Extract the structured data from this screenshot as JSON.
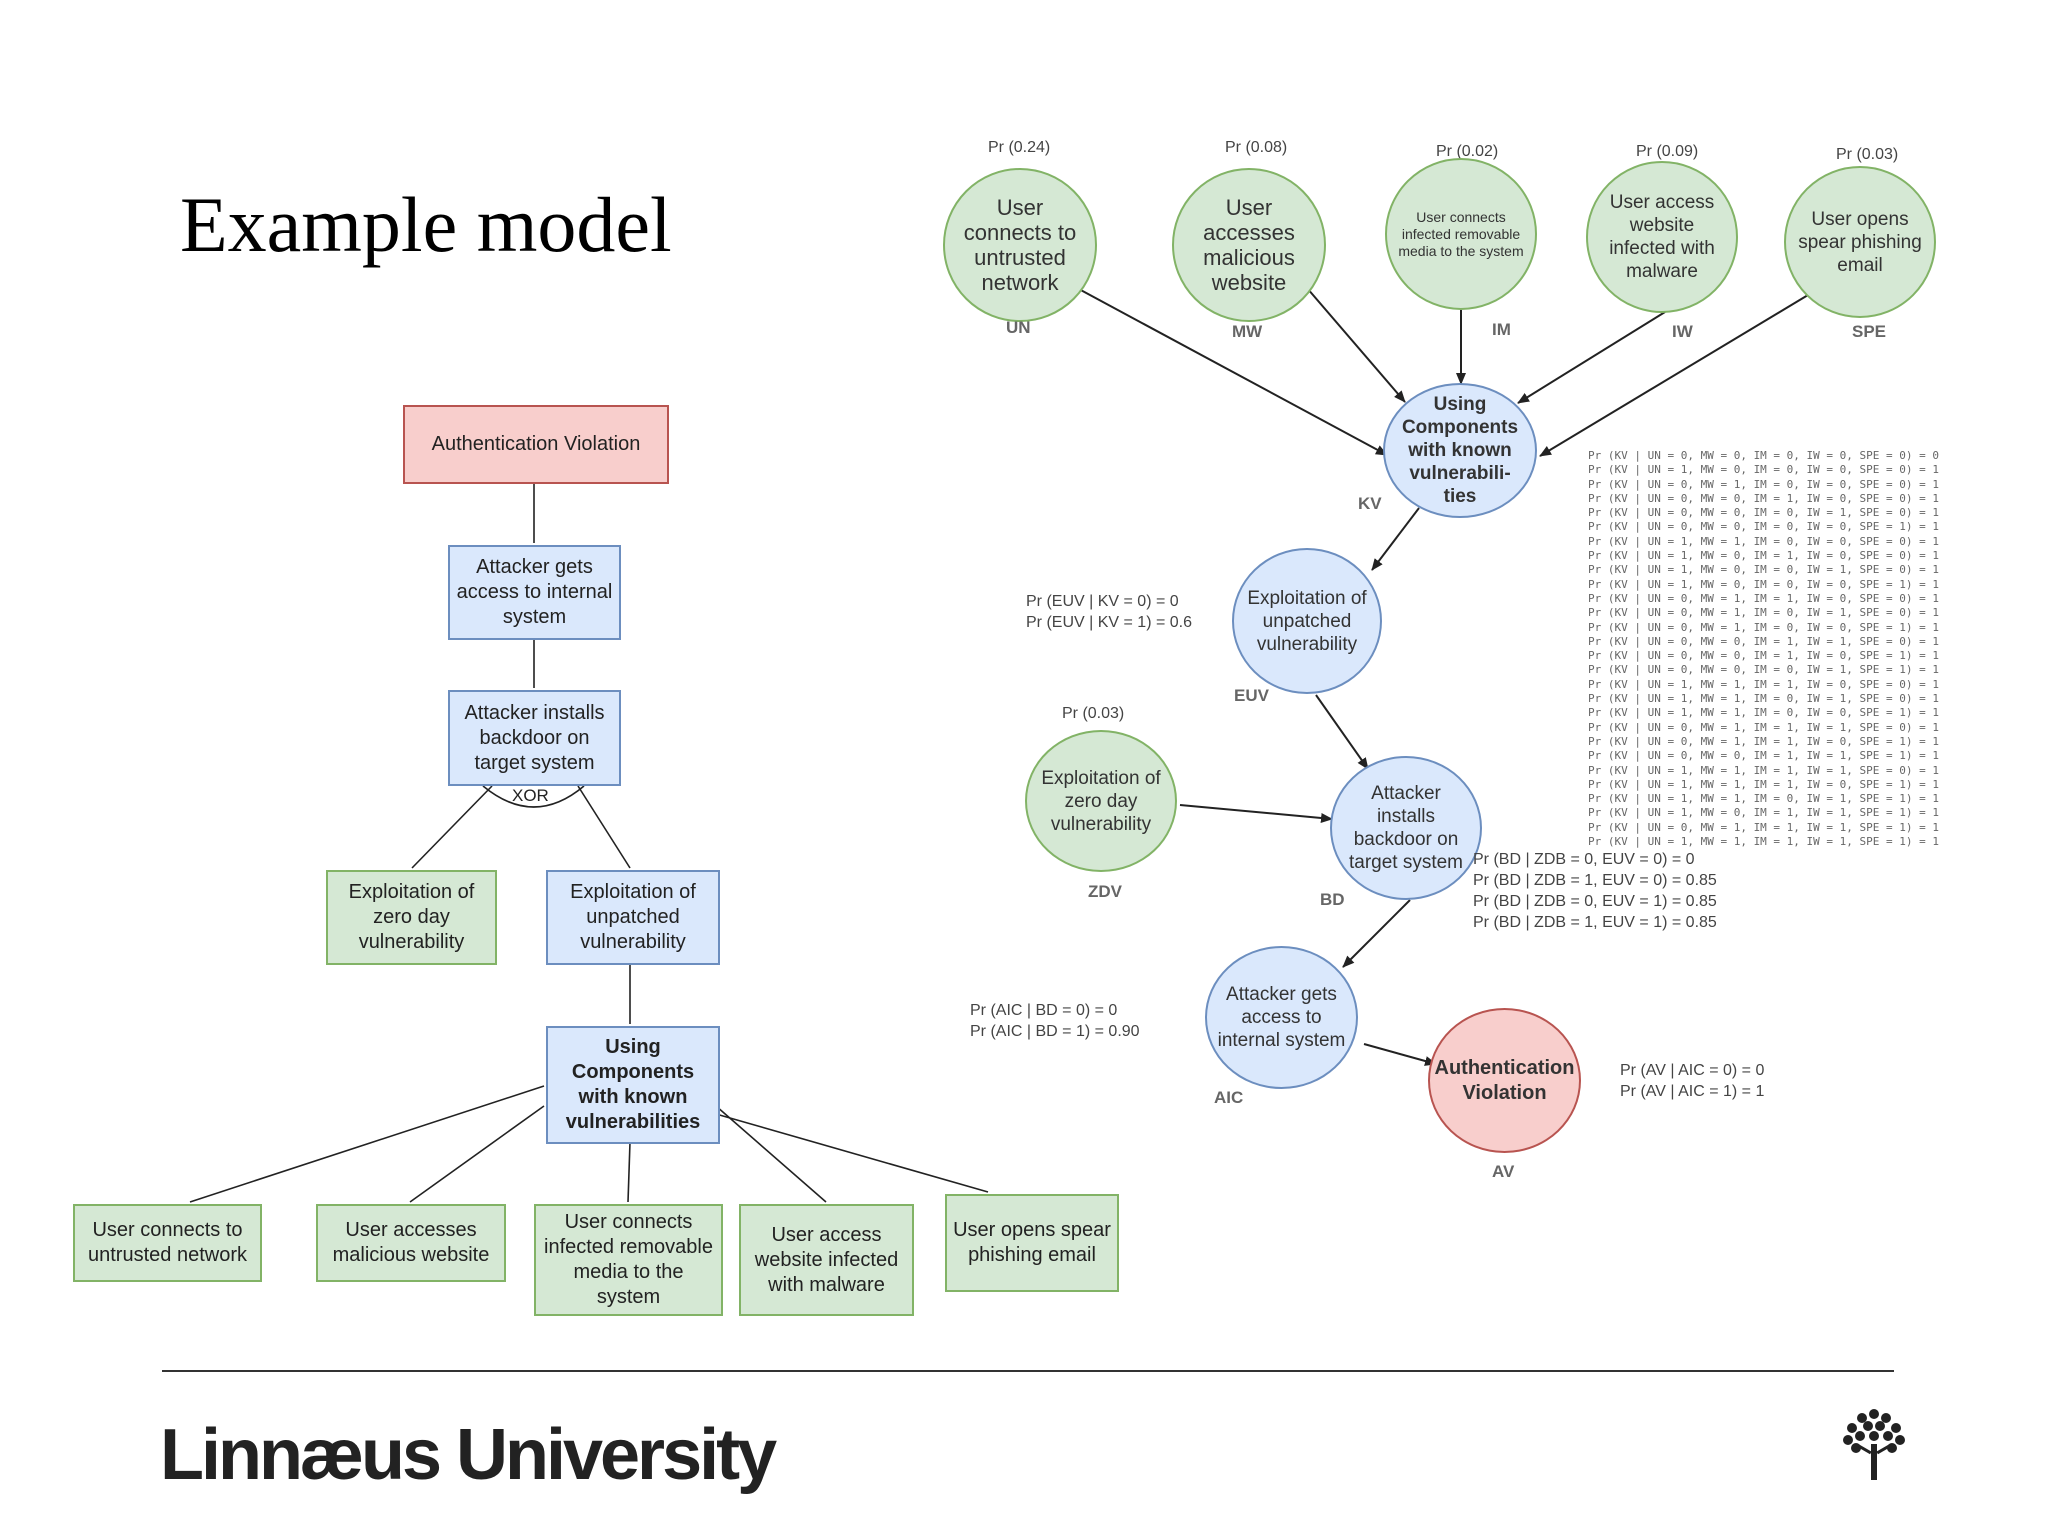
{
  "slide": {
    "title": "Example model",
    "brand": "Linnæus University"
  },
  "fault_tree": {
    "top": "Authentication Violation",
    "access": "Attacker gets access to internal system",
    "backdoor": "Attacker installs backdoor on target system",
    "gate": "XOR",
    "zero_day": "Exploitation of zero day vulnerability",
    "unpatched": "Exploitation of unpatched vulnerability",
    "known_vuln": "Using Components with known vulnerabilities",
    "leaves": [
      "User connects to untrusted network",
      "User accesses malicious website",
      "User connects infected removable media to the system",
      "User access website infected with malware",
      "User opens spear phishing email"
    ]
  },
  "bayes_net": {
    "un": {
      "label": "User connects to untrusted network",
      "abbr": "UN",
      "prior": "Pr (0.24)"
    },
    "mw": {
      "label": "User accesses malicious website",
      "abbr": "MW",
      "prior": "Pr (0.08)"
    },
    "im": {
      "label": "User connects infected removable media to the system",
      "abbr": "IM",
      "prior": "Pr (0.02)"
    },
    "iw": {
      "label": "User access website infected with malware",
      "abbr": "IW",
      "prior": "Pr (0.09)"
    },
    "spe": {
      "label": "User opens spear phishing email",
      "abbr": "SPE",
      "prior": "Pr (0.03)"
    },
    "kv": {
      "label": "Using Components with known vulnerabili-ties",
      "abbr": "KV"
    },
    "euv": {
      "label": "Exploitation of unpatched vulnerability",
      "abbr": "EUV",
      "cpt": [
        "Pr (EUV | KV = 0) = 0",
        "Pr (EUV | KV = 1) = 0.6"
      ]
    },
    "zdv": {
      "label": "Exploitation of zero day vulnerability",
      "abbr": "ZDV",
      "prior": "Pr (0.03)"
    },
    "bd": {
      "label": "Attacker installs backdoor on target system",
      "abbr": "BD",
      "cpt": [
        "Pr (BD | ZDB = 0, EUV = 0) = 0",
        "Pr (BD | ZDB = 1, EUV = 0) = 0.85",
        "Pr (BD | ZDB = 0, EUV = 1) = 0.85",
        "Pr (BD | ZDB = 1, EUV = 1) = 0.85"
      ]
    },
    "aic": {
      "label": "Attacker gets access to internal system",
      "abbr": "AIC",
      "cpt": [
        "Pr (AIC | BD = 0) = 0",
        "Pr (AIC | BD = 1) = 0.90"
      ]
    },
    "av": {
      "label": "Authentication Violation",
      "abbr": "AV",
      "cpt": [
        "Pr (AV | AIC = 0) = 0",
        "Pr (AV | AIC = 1) = 1"
      ]
    },
    "kv_cpt": [
      "Pr (KV | UN = 0, MW = 0, IM = 0, IW = 0, SPE = 0) = 0",
      "Pr (KV | UN = 1, MW = 0, IM = 0, IW = 0, SPE = 0) = 1",
      "Pr (KV | UN = 0, MW = 1, IM = 0, IW = 0, SPE = 0) = 1",
      "Pr (KV | UN = 0, MW = 0, IM = 1, IW = 0, SPE = 0) = 1",
      "Pr (KV | UN = 0, MW = 0, IM = 0, IW = 1, SPE = 0) = 1",
      "Pr (KV | UN = 0, MW = 0, IM = 0, IW = 0, SPE = 1) = 1",
      "Pr (KV | UN = 1, MW = 1, IM = 0, IW = 0, SPE = 0) = 1",
      "Pr (KV | UN = 1, MW = 0, IM = 1, IW = 0, SPE = 0) = 1",
      "Pr (KV | UN = 1, MW = 0, IM = 0, IW = 1, SPE = 0) = 1",
      "Pr (KV | UN = 1, MW = 0, IM = 0, IW = 0, SPE = 1) = 1",
      "Pr (KV | UN = 0, MW = 1, IM = 1, IW = 0, SPE = 0) = 1",
      "Pr (KV | UN = 0, MW = 1, IM = 0, IW = 1, SPE = 0) = 1",
      "Pr (KV | UN = 0, MW = 1, IM = 0, IW = 0, SPE = 1) = 1",
      "Pr (KV | UN = 0, MW = 0, IM = 1, IW = 1, SPE = 0) = 1",
      "Pr (KV | UN = 0, MW = 0, IM = 1, IW = 0, SPE = 1) = 1",
      "Pr (KV | UN = 0, MW = 0, IM = 0, IW = 1, SPE = 1) = 1",
      "Pr (KV | UN = 1, MW = 1, IM = 1, IW = 0, SPE = 0) = 1",
      "Pr (KV | UN = 1, MW = 1, IM = 0, IW = 1, SPE = 0) = 1",
      "Pr (KV | UN = 1, MW = 1, IM = 0, IW = 0, SPE = 1) = 1",
      "Pr (KV | UN = 0, MW = 1, IM = 1, IW = 1, SPE = 0) = 1",
      "Pr (KV | UN = 0, MW = 1, IM = 1, IW = 0, SPE = 1) = 1",
      "Pr (KV | UN = 0, MW = 0, IM = 1, IW = 1, SPE = 1) = 1",
      "Pr (KV | UN = 1, MW = 1, IM = 1, IW = 1, SPE = 0) = 1",
      "Pr (KV | UN = 1, MW = 1, IM = 1, IW = 0, SPE = 1) = 1",
      "Pr (KV | UN = 1, MW = 1, IM = 0, IW = 1, SPE = 1) = 1",
      "Pr (KV | UN = 1, MW = 0, IM = 1, IW = 1, SPE = 1) = 1",
      "Pr (KV | UN = 0, MW = 1, IM = 1, IW = 1, SPE = 1) = 1",
      "Pr (KV | UN = 1, MW = 1, IM = 1, IW = 1, SPE = 1) = 1"
    ]
  }
}
